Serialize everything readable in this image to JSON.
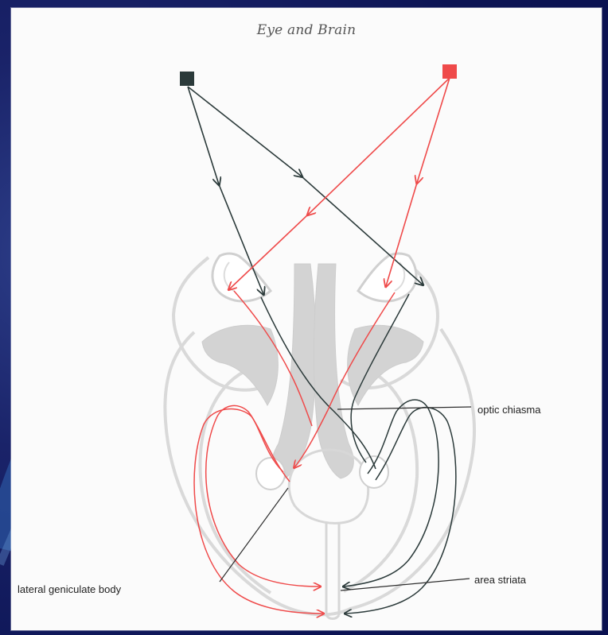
{
  "title": "Eye and Brain",
  "labels": {
    "optic_chiasma": "optic chiasma",
    "area_striata": "area striata",
    "lateral_geniculate_body": "lateral geniculate body"
  },
  "colors": {
    "left_object": "#2b3a3a",
    "right_object": "#ef4a4a",
    "neural_gray": "#cfcfcf",
    "background": "#0c1454",
    "paper": "#fbfbfb"
  },
  "icons": {
    "left_marker": "dark-square-icon",
    "right_marker": "red-square-icon"
  }
}
